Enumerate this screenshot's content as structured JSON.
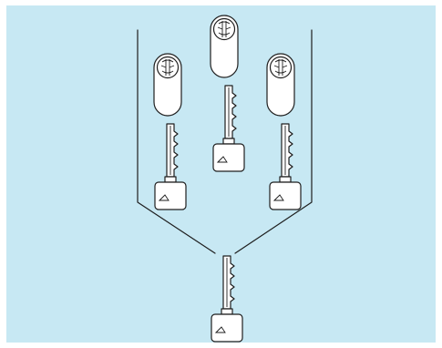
{
  "diagram": {
    "description_hidden": "",
    "background_color": "#c7e8f3",
    "line_color": "#1e1e1e",
    "locks": [
      {
        "id": "left",
        "icon": "lock-cylinder-icon"
      },
      {
        "id": "center",
        "icon": "lock-cylinder-icon"
      },
      {
        "id": "right",
        "icon": "lock-cylinder-icon"
      }
    ],
    "keys": [
      {
        "id": "left",
        "icon": "key-icon"
      },
      {
        "id": "center",
        "icon": "key-icon"
      },
      {
        "id": "right",
        "icon": "key-icon"
      },
      {
        "id": "master",
        "icon": "master-key-icon"
      }
    ]
  }
}
